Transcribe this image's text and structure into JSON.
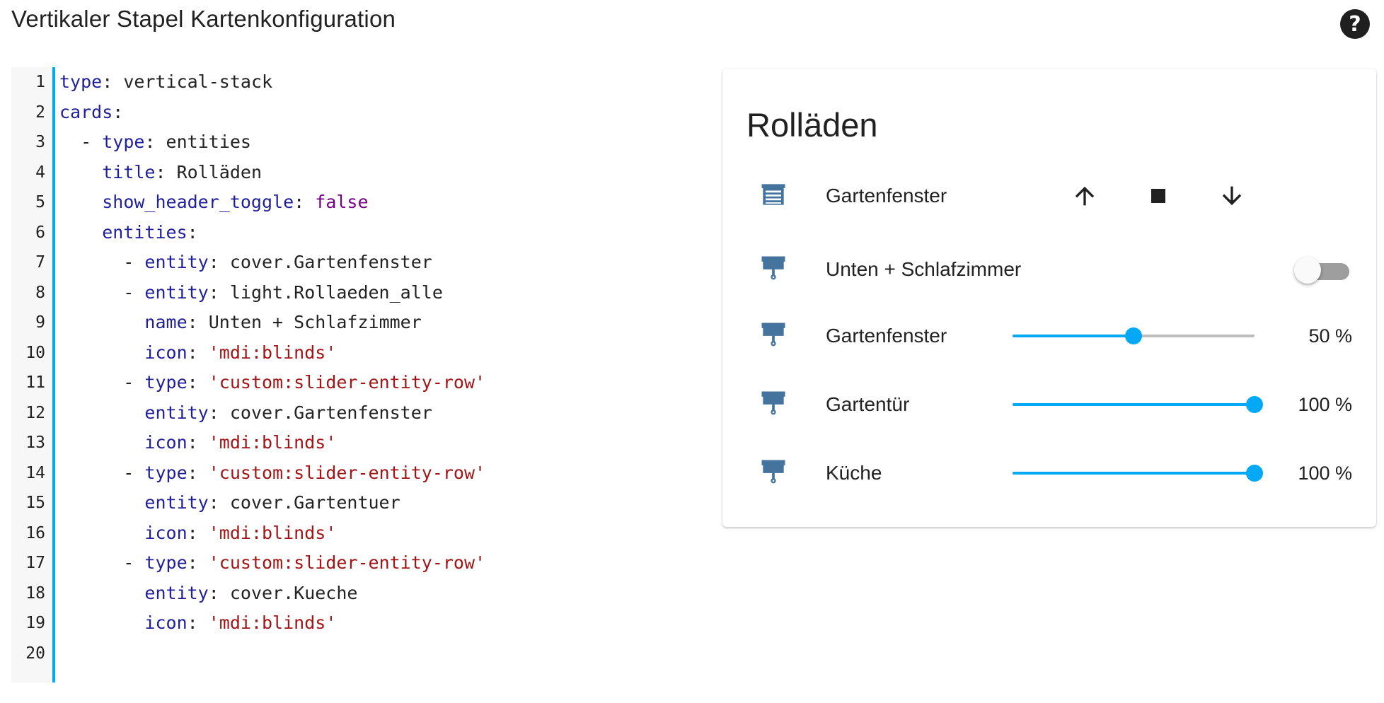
{
  "dialog": {
    "title": "Vertikaler Stapel Kartenkonfiguration",
    "help_icon": "help-circle-icon"
  },
  "editor": {
    "line_numbers": [
      "1",
      "2",
      "3",
      "4",
      "5",
      "6",
      "7",
      "8",
      "9",
      "10",
      "11",
      "12",
      "13",
      "14",
      "15",
      "16",
      "17",
      "18",
      "19",
      "20"
    ],
    "lines": [
      [
        {
          "t": "type",
          "c": "k"
        },
        {
          "t": ": ",
          "c": "p"
        },
        {
          "t": "vertical-stack",
          "c": "p"
        }
      ],
      [
        {
          "t": "cards",
          "c": "k"
        },
        {
          "t": ":",
          "c": "p"
        }
      ],
      [
        {
          "t": "  - ",
          "c": "p"
        },
        {
          "t": "type",
          "c": "k"
        },
        {
          "t": ": ",
          "c": "p"
        },
        {
          "t": "entities",
          "c": "p"
        }
      ],
      [
        {
          "t": "    ",
          "c": "p"
        },
        {
          "t": "title",
          "c": "k"
        },
        {
          "t": ": ",
          "c": "p"
        },
        {
          "t": "Rolläden",
          "c": "p"
        }
      ],
      [
        {
          "t": "    ",
          "c": "p"
        },
        {
          "t": "show_header_toggle",
          "c": "k"
        },
        {
          "t": ": ",
          "c": "p"
        },
        {
          "t": "false",
          "c": "b"
        }
      ],
      [
        {
          "t": "    ",
          "c": "p"
        },
        {
          "t": "entities",
          "c": "k"
        },
        {
          "t": ":",
          "c": "p"
        }
      ],
      [
        {
          "t": "      - ",
          "c": "p"
        },
        {
          "t": "entity",
          "c": "k"
        },
        {
          "t": ": ",
          "c": "p"
        },
        {
          "t": "cover.Gartenfenster",
          "c": "p"
        }
      ],
      [
        {
          "t": "      - ",
          "c": "p"
        },
        {
          "t": "entity",
          "c": "k"
        },
        {
          "t": ": ",
          "c": "p"
        },
        {
          "t": "light.Rollaeden_alle",
          "c": "p"
        }
      ],
      [
        {
          "t": "        ",
          "c": "p"
        },
        {
          "t": "name",
          "c": "k"
        },
        {
          "t": ": ",
          "c": "p"
        },
        {
          "t": "Unten + Schlafzimmer",
          "c": "p"
        }
      ],
      [
        {
          "t": "        ",
          "c": "p"
        },
        {
          "t": "icon",
          "c": "k"
        },
        {
          "t": ": ",
          "c": "p"
        },
        {
          "t": "'mdi:blinds'",
          "c": "s"
        }
      ],
      [
        {
          "t": "      - ",
          "c": "p"
        },
        {
          "t": "type",
          "c": "k"
        },
        {
          "t": ": ",
          "c": "p"
        },
        {
          "t": "'custom:slider-entity-row'",
          "c": "s"
        }
      ],
      [
        {
          "t": "        ",
          "c": "p"
        },
        {
          "t": "entity",
          "c": "k"
        },
        {
          "t": ": ",
          "c": "p"
        },
        {
          "t": "cover.Gartenfenster",
          "c": "p"
        }
      ],
      [
        {
          "t": "        ",
          "c": "p"
        },
        {
          "t": "icon",
          "c": "k"
        },
        {
          "t": ": ",
          "c": "p"
        },
        {
          "t": "'mdi:blinds'",
          "c": "s"
        }
      ],
      [
        {
          "t": "      - ",
          "c": "p"
        },
        {
          "t": "type",
          "c": "k"
        },
        {
          "t": ": ",
          "c": "p"
        },
        {
          "t": "'custom:slider-entity-row'",
          "c": "s"
        }
      ],
      [
        {
          "t": "        ",
          "c": "p"
        },
        {
          "t": "entity",
          "c": "k"
        },
        {
          "t": ": ",
          "c": "p"
        },
        {
          "t": "cover.Gartentuer",
          "c": "p"
        }
      ],
      [
        {
          "t": "        ",
          "c": "p"
        },
        {
          "t": "icon",
          "c": "k"
        },
        {
          "t": ": ",
          "c": "p"
        },
        {
          "t": "'mdi:blinds'",
          "c": "s"
        }
      ],
      [
        {
          "t": "      - ",
          "c": "p"
        },
        {
          "t": "type",
          "c": "k"
        },
        {
          "t": ": ",
          "c": "p"
        },
        {
          "t": "'custom:slider-entity-row'",
          "c": "s"
        }
      ],
      [
        {
          "t": "        ",
          "c": "p"
        },
        {
          "t": "entity",
          "c": "k"
        },
        {
          "t": ": ",
          "c": "p"
        },
        {
          "t": "cover.Kueche",
          "c": "p"
        }
      ],
      [
        {
          "t": "        ",
          "c": "p"
        },
        {
          "t": "icon",
          "c": "k"
        },
        {
          "t": ": ",
          "c": "p"
        },
        {
          "t": "'mdi:blinds'",
          "c": "s"
        }
      ],
      []
    ]
  },
  "card": {
    "title": "Rolläden",
    "rows": {
      "cover": {
        "label": "Gartenfenster",
        "icon": "window-shutter-icon",
        "up_icon": "arrow-up-icon",
        "stop_icon": "stop-icon",
        "down_icon": "arrow-down-icon"
      },
      "toggle": {
        "label": "Unten + Schlafzimmer",
        "icon": "blinds-icon",
        "state": "off"
      },
      "sliders": [
        {
          "label": "Gartenfenster",
          "icon": "blinds-icon",
          "value_text": "50 %",
          "fraction": 0.5
        },
        {
          "label": "Gartentür",
          "icon": "blinds-icon",
          "value_text": "100 %",
          "fraction": 1.0
        },
        {
          "label": "Küche",
          "icon": "blinds-icon",
          "value_text": "100 %",
          "fraction": 1.0
        }
      ]
    }
  },
  "colors": {
    "accent": "#03a9f4",
    "icon": "#44739e",
    "yaml_key": "#1f1f9a",
    "yaml_string": "#a31515",
    "yaml_bool": "#770088"
  }
}
